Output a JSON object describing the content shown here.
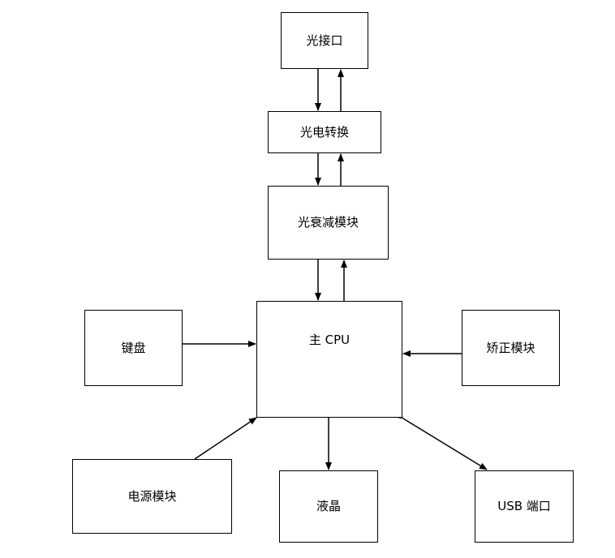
{
  "diagram": {
    "nodes": {
      "optical_port": "光接口",
      "oe_convert": "光电转换",
      "attenuator": "光衰减模块",
      "cpu": "主 CPU",
      "keyboard": "键盘",
      "correction": "矫正模块",
      "power": "电源模块",
      "lcd": "液晶",
      "usb": "USB 端口"
    },
    "colors": {
      "line": "#000000",
      "background": "#ffffff"
    }
  }
}
